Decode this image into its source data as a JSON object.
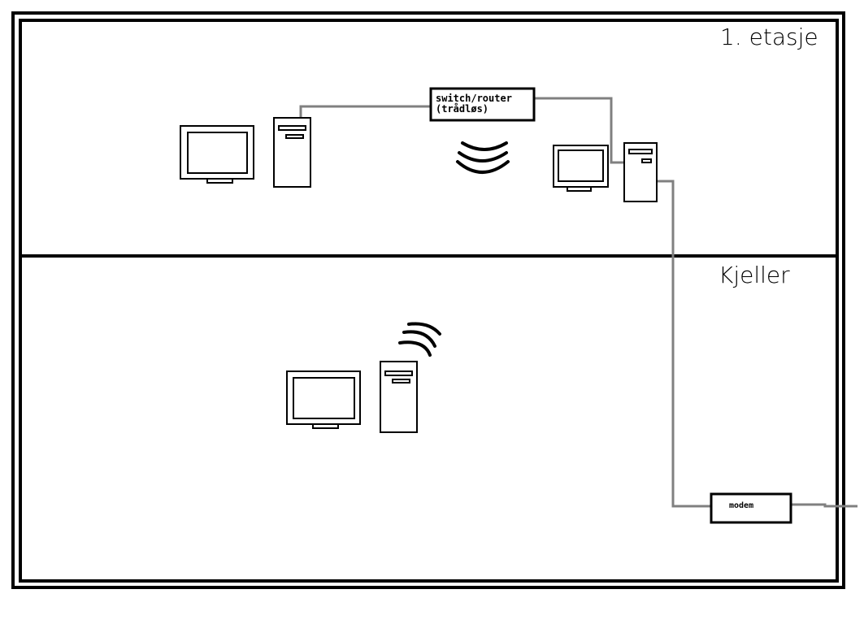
{
  "floors": {
    "upper": {
      "label": "1. etasje"
    },
    "basement": {
      "label": "Kjeller"
    }
  },
  "devices": {
    "router": {
      "line1": "switch/router",
      "line2": "(trådløs)"
    },
    "modem": {
      "label": "modem"
    }
  },
  "colors": {
    "cable": "#808080",
    "outline": "#000000",
    "background": "#ffffff"
  },
  "icons": [
    "monitor-icon",
    "pc-tower-icon",
    "wifi-waves-icon"
  ]
}
